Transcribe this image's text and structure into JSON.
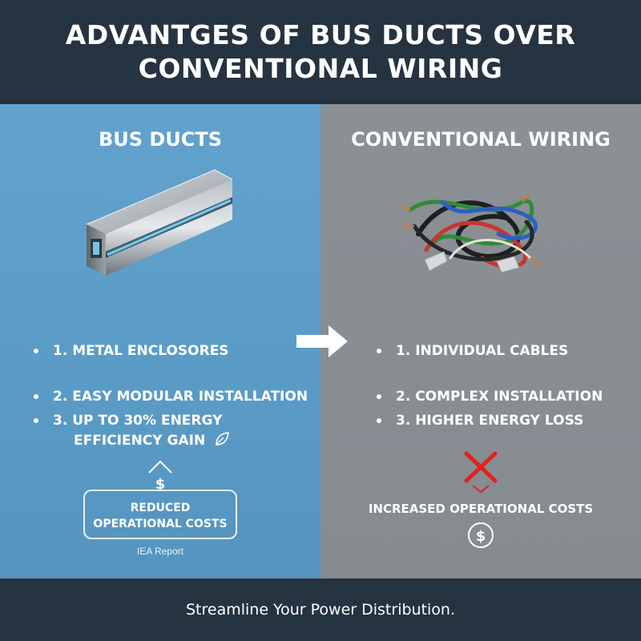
{
  "header": {
    "title": "ADVANTGES OF BUS DUCTS OVER CONVENTIONAL WIRING"
  },
  "left": {
    "title": "BUS DUCTS",
    "items": [
      "1. METAL ENCLOSORES",
      "2. EASY MODULAR INSTALLATION",
      "3. UP TO 30% ENERGY",
      "EFFICIENCY GAIN"
    ],
    "cost_label_line1": "REDUCED",
    "cost_label_line2": "OPERATIONAL COSTS",
    "source": "IEA Report",
    "icons": [
      "bus-duct-image",
      "leaf-icon",
      "dollar-up-icon"
    ]
  },
  "right": {
    "title": "CONVENTIONAL WIRING",
    "items": [
      "1. INDIVIDUAL CABLES",
      "2. COMPLEX INSTALLATION",
      "3. HIGHER ENERGY LOSS"
    ],
    "cost_label": "INCREASED OPERATIONAL COSTS",
    "icons": [
      "tangled-wires-image",
      "red-x-icon",
      "dollar-circle-icon"
    ]
  },
  "footer": {
    "tagline": "Streamline Your Power Distribution."
  },
  "colors": {
    "left_panel": "#5a9bc6",
    "right_panel": "#888d92",
    "header": "#263341",
    "red_x": "#e0231c"
  }
}
